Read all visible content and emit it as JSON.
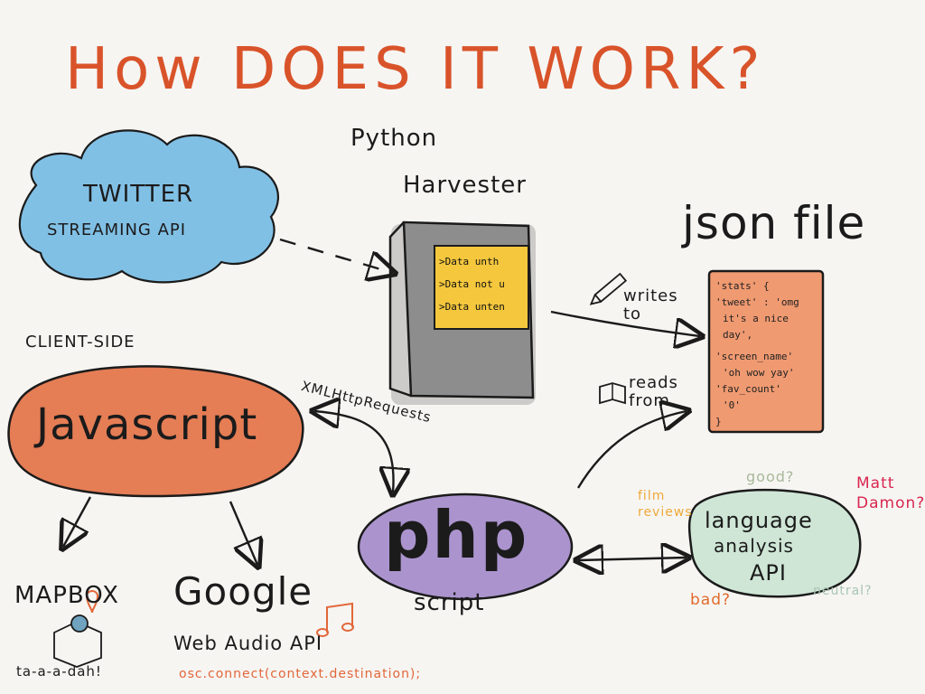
{
  "title": "How DOES IT WORK?",
  "colors": {
    "title": "#d9532a",
    "twitter_cloud": "#5aaee0",
    "javascript_blob": "#e2673a",
    "php_blob": "#8b6bbf",
    "json_file": "#ef8a5a",
    "terminal_screen": "#f4c73d",
    "language_blob": "#cfe6d6",
    "ink": "#1b1b1b"
  },
  "nodes": {
    "twitter": {
      "line1": "TWITTER",
      "line2": "STREAMING API"
    },
    "harvester": {
      "label_line1": "Python",
      "label_line2": "Harvester",
      "screen_lines": [
        ">Data unth",
        ">Data not u",
        ">Data unten"
      ]
    },
    "json": {
      "label": "json file",
      "content_lines": [
        "'stats' {",
        "'tweet' : 'omg",
        "it's a nice",
        "day',",
        "'screen_name'",
        "'oh wow yay'",
        "'fav_count'",
        "'0'",
        "}"
      ]
    },
    "client": {
      "label": "CLIENT-SIDE",
      "name": "Javascript"
    },
    "php": {
      "name": "php",
      "sub": "script"
    },
    "language": {
      "line1": "language",
      "line2": "analysis",
      "line3": "API"
    },
    "mapbox": {
      "label": "MAPBOX",
      "caption": "ta-a-a-dah!"
    },
    "google": {
      "label": "Google",
      "sub": "Web Audio API",
      "code": "osc.connect(context.destination);"
    }
  },
  "edges": {
    "writes_to": "writes to",
    "reads_from": "reads from",
    "xhr": "XMLHttpRequests"
  },
  "sentiment": {
    "film": "film reviews",
    "good": "good?",
    "matt": "Matt Damon?",
    "bad": "bad?",
    "neutral": "neutral?"
  }
}
